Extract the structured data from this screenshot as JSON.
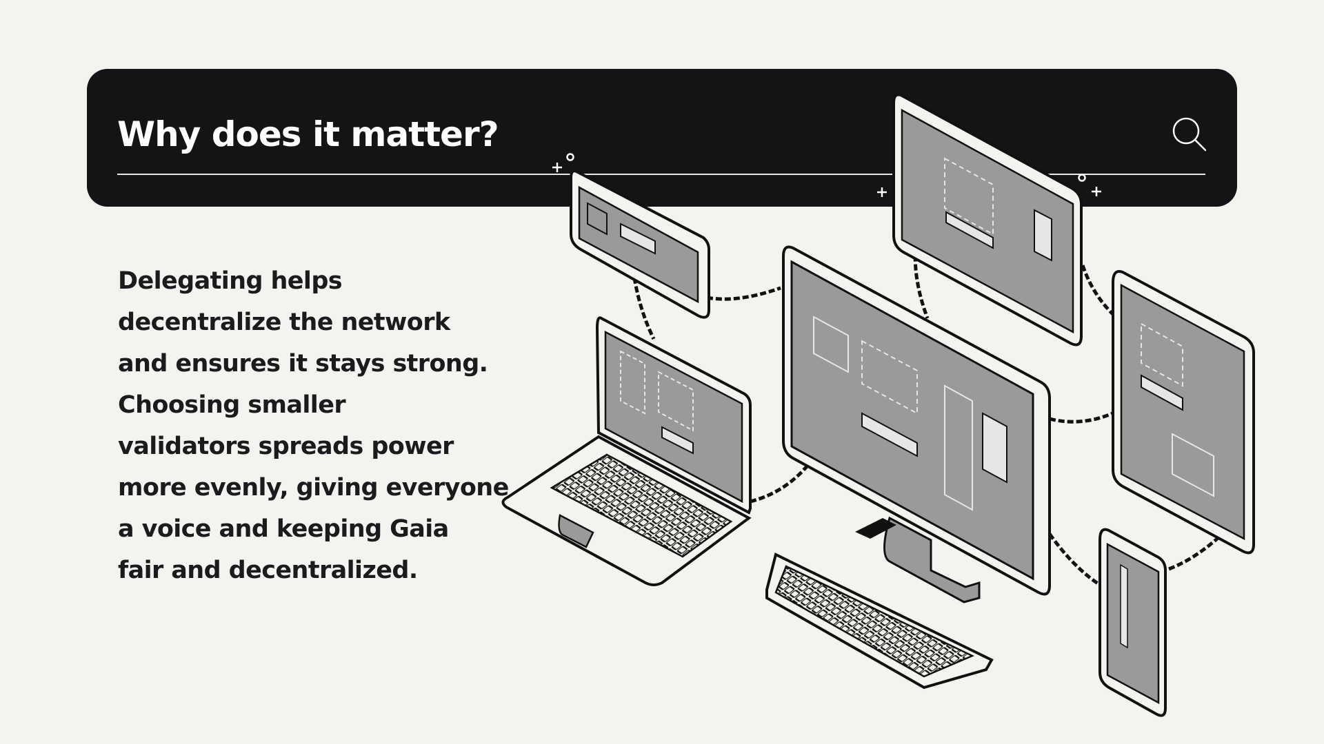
{
  "header": {
    "title": "Why does it matter?",
    "search_icon": "search-icon"
  },
  "body": {
    "lines": [
      "Delegating helps",
      "decentralize the network",
      "and ensures it stays strong.",
      "Choosing smaller",
      "validators spreads power",
      "more evenly, giving everyone",
      "a voice and keeping Gaia",
      "fair and decentralized."
    ]
  },
  "colors": {
    "background": "#f4f3ef",
    "header_bg": "#131416",
    "header_text": "#ffffff",
    "body_text": "#1b1b1d",
    "screen_gray": "#9a9a9a"
  }
}
